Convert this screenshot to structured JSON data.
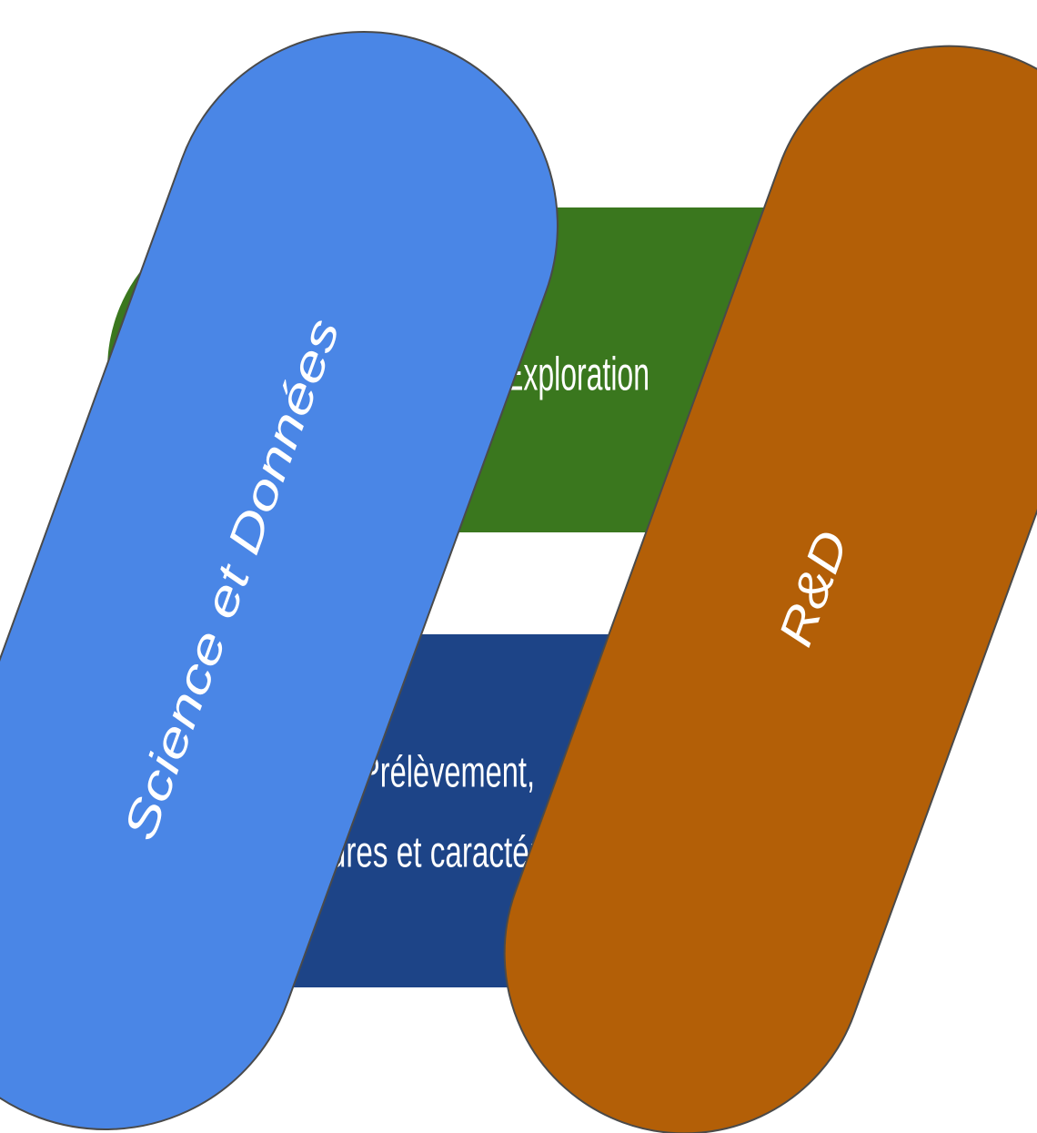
{
  "diagram": {
    "bands": [
      {
        "id": "exploration",
        "lines": [
          "Exploration"
        ],
        "color": "#3a771e"
      },
      {
        "id": "prelevement",
        "lines": [
          "Prélèvement,",
          "mesures et caractérisation"
        ],
        "color": "#1d4487"
      }
    ],
    "diagonals": [
      {
        "id": "science",
        "lines": [
          "Science et Données"
        ],
        "color": "#4a86e6"
      },
      {
        "id": "rnd",
        "lines": [
          "R&D"
        ],
        "color": "#b35f07"
      }
    ],
    "outline_color": "#4a4a4a"
  }
}
